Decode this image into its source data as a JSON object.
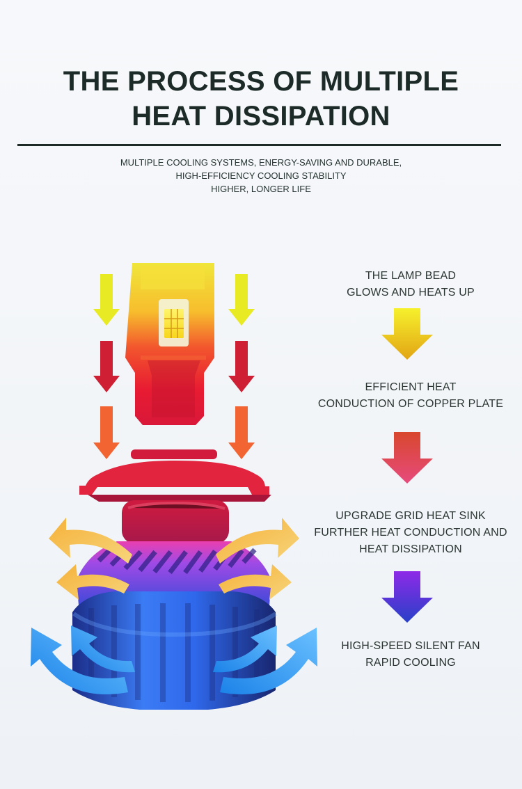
{
  "header": {
    "title_line1": "THE PROCESS OF MULTIPLE",
    "title_line2": "HEAT DISSIPATION",
    "subtitle_lines": [
      "MULTIPLE COOLING SYSTEMS, ENERGY-SAVING AND DURABLE,",
      "HIGH-EFFICIENCY COOLING STABILITY",
      "HIGHER, LONGER LIFE"
    ]
  },
  "steps": [
    {
      "lines": [
        "THE LAMP BEAD",
        "GLOWS AND HEATS UP"
      ],
      "arrow_top": "#f6f12d",
      "arrow_bottom": "#e2a414"
    },
    {
      "lines": [
        "EFFICIENT HEAT",
        "CONDUCTION OF COPPER PLATE"
      ],
      "arrow_top": "#d8472d",
      "arrow_bottom": "#e74a7d"
    },
    {
      "lines": [
        "UPGRADE GRID HEAT SINK",
        "FURTHER HEAT CONDUCTION AND",
        "HEAT DISSIPATION"
      ],
      "arrow_top": "#8e2ae8",
      "arrow_bottom": "#2840c8"
    },
    {
      "lines": [
        "HIGH-SPEED SILENT FAN",
        "RAPID COOLING"
      ],
      "arrow_top": "",
      "arrow_bottom": ""
    }
  ],
  "illustration": {
    "lamp_icon": "led-headlight-bulb-icon",
    "left_arrows": [
      "yellow-down-arrow-icon",
      "red-down-arrow-icon",
      "orange-down-arrow-icon"
    ],
    "right_arrows": [
      "yellow-down-arrow-icon",
      "red-down-arrow-icon",
      "orange-down-arrow-icon"
    ],
    "heat_flow_arrows": [
      "orange-curved-arrow-icon",
      "blue-curved-arrow-icon"
    ]
  },
  "colors": {
    "background": "#f3f6f9",
    "text": "#1f2f2a",
    "yellow": "#e6ea2a",
    "red": "#cc1f35",
    "orange": "#f3683b",
    "blue": "#2a7ee8",
    "orange_flow": "#f8a22d"
  }
}
